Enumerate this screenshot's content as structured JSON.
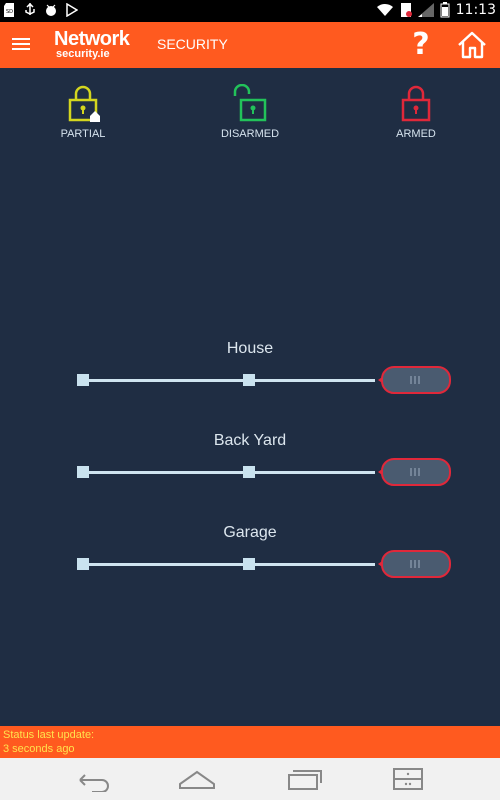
{
  "status_bar": {
    "left_icons": [
      "sd-card-icon",
      "usb-icon",
      "android-debug-icon",
      "play-store-icon"
    ],
    "right_icons": [
      "wifi-icon",
      "sim-icon",
      "signal-icon",
      "battery-icon"
    ],
    "time": "11:13"
  },
  "app_bar": {
    "brand_main": "Network",
    "brand_sub": "security.ie",
    "title": "SECURITY",
    "help_label": "?"
  },
  "modes": [
    {
      "label": "PARTIAL",
      "color": "#d4d61f"
    },
    {
      "label": "DISARMED",
      "color": "#22c25a"
    },
    {
      "label": "ARMED",
      "color": "#e0283a"
    }
  ],
  "zones": [
    {
      "name": "House",
      "state": "ARMED"
    },
    {
      "name": "Back Yard",
      "state": "ARMED"
    },
    {
      "name": "Garage",
      "state": "ARMED"
    }
  ],
  "footer": {
    "line1": "Status last update:",
    "line2": "3 seconds ago"
  },
  "colors": {
    "accent": "#ff5a1f",
    "background": "#1f2d43",
    "armed": "#e0283a",
    "footer_text": "#ffe24d"
  }
}
